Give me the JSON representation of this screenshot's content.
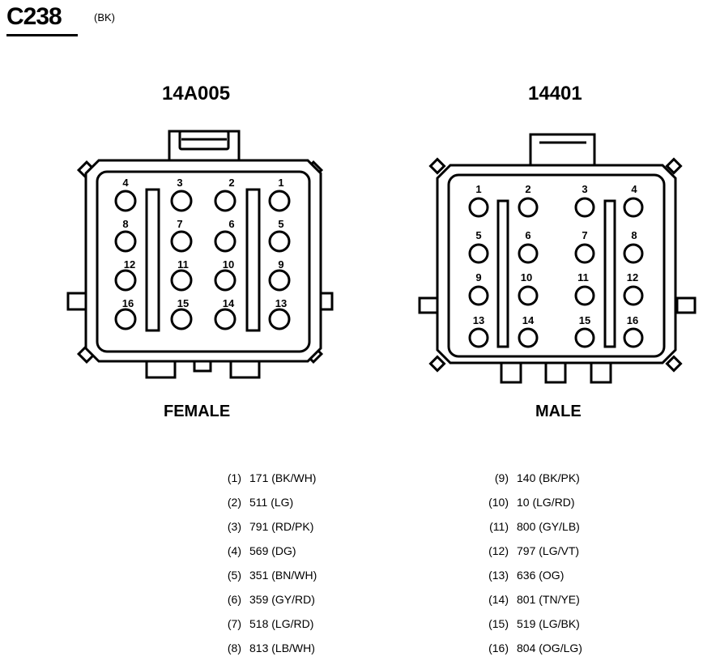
{
  "connector": {
    "id": "C238",
    "color_code": "(BK)"
  },
  "female": {
    "part_number": "14A005",
    "label": "FEMALE",
    "pin_numbers": [
      "4",
      "3",
      "2",
      "1",
      "8",
      "7",
      "6",
      "5",
      "12",
      "11",
      "10",
      "9",
      "16",
      "15",
      "14",
      "13"
    ]
  },
  "male": {
    "part_number": "14401",
    "label": "MALE",
    "pin_numbers": [
      "1",
      "2",
      "3",
      "4",
      "5",
      "6",
      "7",
      "8",
      "9",
      "10",
      "11",
      "12",
      "13",
      "14",
      "15",
      "16"
    ]
  },
  "pins_left": [
    {
      "pin": "(1)",
      "circuit": "171 (BK/WH)"
    },
    {
      "pin": "(2)",
      "circuit": "511 (LG)"
    },
    {
      "pin": "(3)",
      "circuit": "791 (RD/PK)"
    },
    {
      "pin": "(4)",
      "circuit": "569 (DG)"
    },
    {
      "pin": "(5)",
      "circuit": "351 (BN/WH)"
    },
    {
      "pin": "(6)",
      "circuit": "359 (GY/RD)"
    },
    {
      "pin": "(7)",
      "circuit": "518 (LG/RD)"
    },
    {
      "pin": "(8)",
      "circuit": "813 (LB/WH)"
    }
  ],
  "pins_right": [
    {
      "pin": "(9)",
      "circuit": "140 (BK/PK)"
    },
    {
      "pin": "(10)",
      "circuit": "10 (LG/RD)"
    },
    {
      "pin": "(11)",
      "circuit": "800 (GY/LB)"
    },
    {
      "pin": "(12)",
      "circuit": "797 (LG/VT)"
    },
    {
      "pin": "(13)",
      "circuit": "636 (OG)"
    },
    {
      "pin": "(14)",
      "circuit": "801 (TN/YE)"
    },
    {
      "pin": "(15)",
      "circuit": "519 (LG/BK)"
    },
    {
      "pin": "(16)",
      "circuit": "804 (OG/LG)"
    }
  ]
}
